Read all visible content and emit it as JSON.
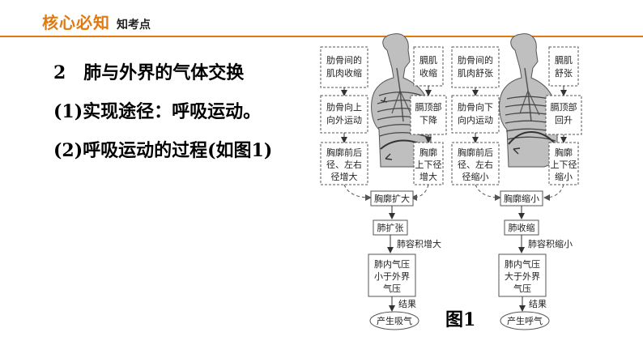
{
  "header": {
    "title": "核心必知",
    "subtitle": "知考点"
  },
  "content": {
    "line1": "2　肺与外界的气体交换",
    "line2": "(1)实现途径：呼吸运动。",
    "line3": "(2)呼吸运动的过程(如图1)"
  },
  "figure": {
    "caption": "图1",
    "inhale": {
      "rib_muscle": [
        "肋骨间的",
        "肌肉收缩"
      ],
      "diaphragm_muscle": [
        "膈肌",
        "收缩"
      ],
      "ribs_move": [
        "肋骨向上",
        "向外运动"
      ],
      "diaphragm_top": [
        "膈顶部",
        "下降"
      ],
      "chest_lateral": [
        "胸廓前后",
        "径、左右",
        "径增大"
      ],
      "chest_vertical": [
        "胸廓",
        "上下径",
        "增大"
      ],
      "chest_change": "胸廓扩大",
      "lung_change": "肺扩张",
      "volume_label": "肺容积增大",
      "pressure": [
        "肺内气压",
        "小于外界",
        "气压"
      ],
      "result_label": "结果",
      "result": "产生吸气"
    },
    "exhale": {
      "rib_muscle": [
        "肋骨间的",
        "肌肉舒张"
      ],
      "diaphragm_muscle": [
        "膈肌",
        "舒张"
      ],
      "ribs_move": [
        "肋骨向下",
        "向内运动"
      ],
      "diaphragm_top": [
        "膈顶部",
        "回升"
      ],
      "chest_lateral": [
        "胸廓前后",
        "径、左右",
        "径缩小"
      ],
      "chest_vertical": [
        "胸廓",
        "上下径",
        "缩小"
      ],
      "chest_change": "胸廓缩小",
      "lung_change": "肺收缩",
      "volume_label": "肺容积缩小",
      "pressure": [
        "肺内气压",
        "大于外界",
        "气压"
      ],
      "result_label": "结果",
      "result": "产生呼气"
    }
  }
}
